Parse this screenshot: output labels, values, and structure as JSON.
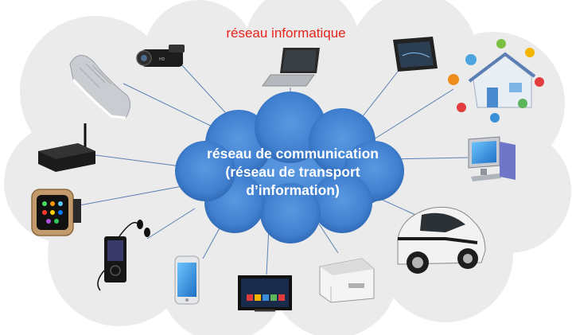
{
  "outer_label": "réseau informatique",
  "core_label": {
    "line1": "réseau de communication",
    "line2": "(réseau de transport",
    "line3": "d’information)"
  },
  "colors": {
    "outer_cloud": "#ebebeb",
    "core_cloud": "#3f7fcf",
    "core_cloud_dark": "#2b63ad",
    "link": "#5b7fb4",
    "outer_label": "#e8231c"
  },
  "devices": [
    {
      "name": "sneaker-icon"
    },
    {
      "name": "camcorder-icon"
    },
    {
      "name": "laptop-icon"
    },
    {
      "name": "tablet-icon"
    },
    {
      "name": "smart-home-icon"
    },
    {
      "name": "tv-box-icon"
    },
    {
      "name": "desktop-computer-icon"
    },
    {
      "name": "smartwatch-icon"
    },
    {
      "name": "car-icon"
    },
    {
      "name": "mp3-player-icon"
    },
    {
      "name": "smartphone-icon"
    },
    {
      "name": "smart-tv-icon"
    },
    {
      "name": "printer-icon"
    }
  ]
}
